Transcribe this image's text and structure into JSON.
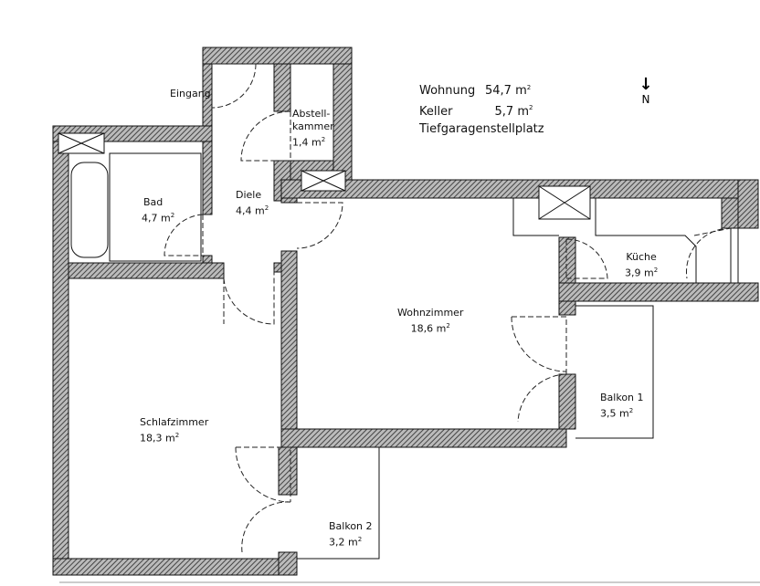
{
  "summary": {
    "wohnung_label": "Wohnung",
    "wohnung_value": "54,7 m",
    "keller_label": "Keller",
    "keller_value": "5,7 m",
    "parking": "Tiefgaragenstellplatz",
    "unit_exponent": "2"
  },
  "north": {
    "arrow": "↓",
    "label": "N"
  },
  "rooms": {
    "eingang": {
      "name": "Eingang"
    },
    "abstell": {
      "name": "Abstell-",
      "name2": "kammer",
      "area": "1,4 m"
    },
    "bad": {
      "name": "Bad",
      "area": "4,7 m"
    },
    "diele": {
      "name": "Diele",
      "area": "4,4 m"
    },
    "kueche": {
      "name": "Küche",
      "area": "3,9 m"
    },
    "wohnzimmer": {
      "name": "Wohnzimmer",
      "area": "18,6 m"
    },
    "balkon1": {
      "name": "Balkon 1",
      "area": "3,5 m"
    },
    "schlafzimmer": {
      "name": "Schlafzimmer",
      "area": "18,3 m"
    },
    "balkon2": {
      "name": "Balkon 2",
      "area": "3,2 m"
    }
  },
  "colors": {
    "wall": "#555555",
    "line": "#111111",
    "door": "#333333"
  }
}
